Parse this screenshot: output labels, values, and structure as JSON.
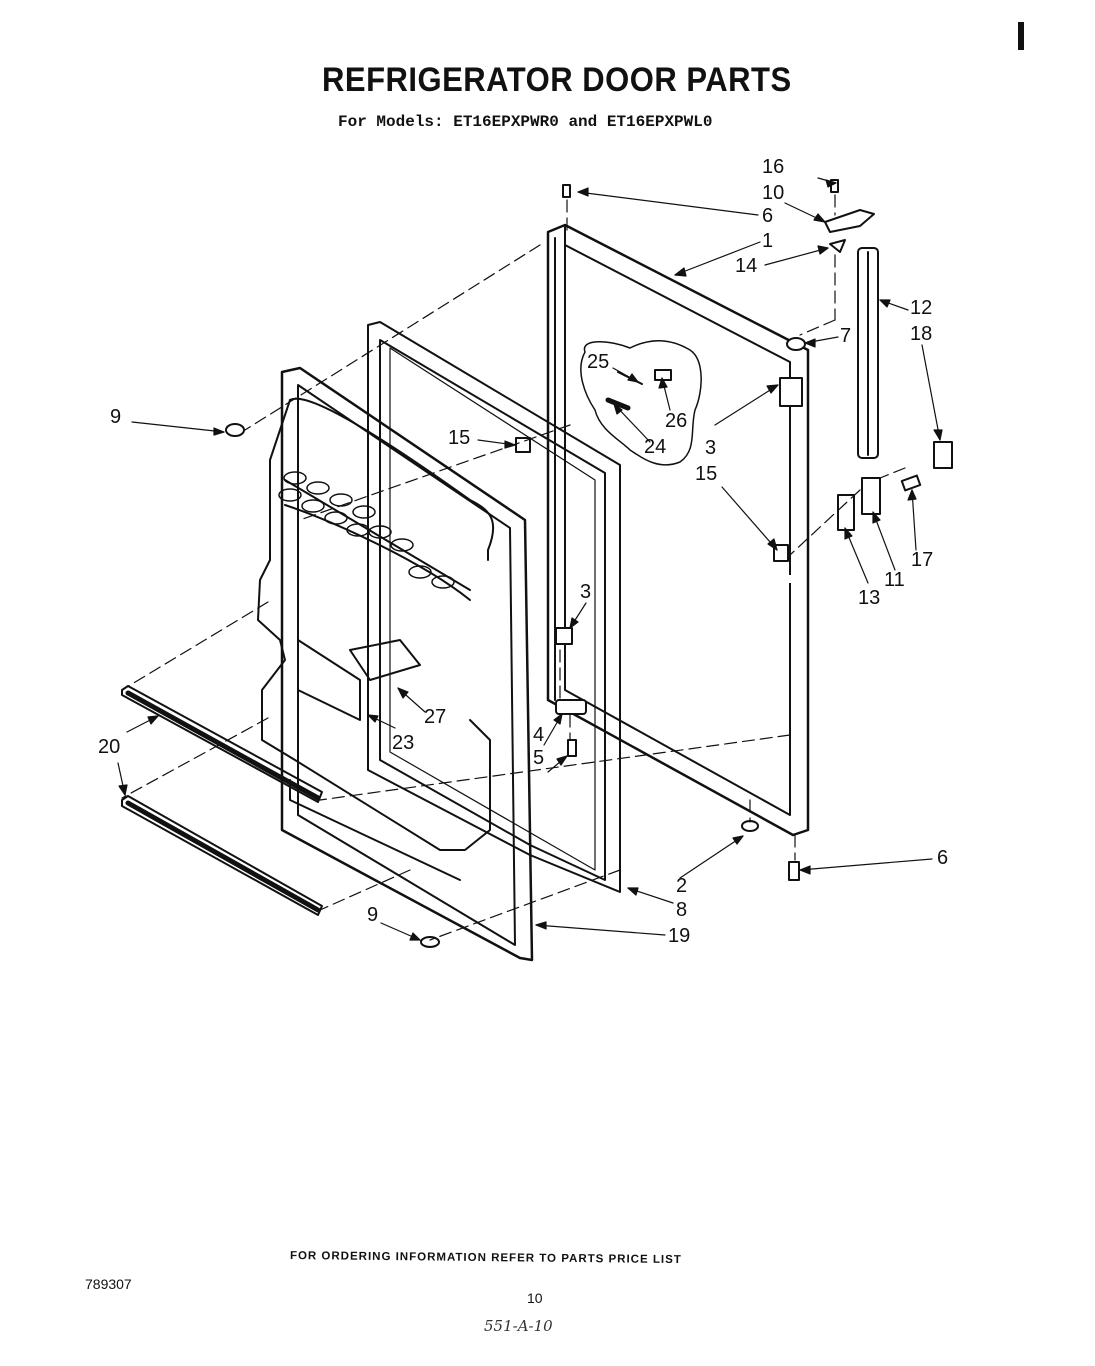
{
  "header": {
    "title": "REFRIGERATOR DOOR PARTS",
    "subtitle": "For Models: ET16EPXPWR0 and ET16EPXPWL0"
  },
  "part_labels": [
    {
      "id": "l16",
      "text": "16"
    },
    {
      "id": "l10",
      "text": "10"
    },
    {
      "id": "l6a",
      "text": "6"
    },
    {
      "id": "l1",
      "text": "1"
    },
    {
      "id": "l14",
      "text": "14"
    },
    {
      "id": "l12",
      "text": "12"
    },
    {
      "id": "l7",
      "text": "7"
    },
    {
      "id": "l18",
      "text": "18"
    },
    {
      "id": "l25",
      "text": "25"
    },
    {
      "id": "l26",
      "text": "26"
    },
    {
      "id": "l24",
      "text": "24"
    },
    {
      "id": "l3a",
      "text": "3"
    },
    {
      "id": "l15a",
      "text": "15"
    },
    {
      "id": "l15b",
      "text": "15"
    },
    {
      "id": "l9a",
      "text": "9"
    },
    {
      "id": "l17",
      "text": "17"
    },
    {
      "id": "l11",
      "text": "11"
    },
    {
      "id": "l13",
      "text": "13"
    },
    {
      "id": "l3b",
      "text": "3"
    },
    {
      "id": "l27",
      "text": "27"
    },
    {
      "id": "l23",
      "text": "23"
    },
    {
      "id": "l20",
      "text": "20"
    },
    {
      "id": "l4",
      "text": "4"
    },
    {
      "id": "l5",
      "text": "5"
    },
    {
      "id": "l6b",
      "text": "6"
    },
    {
      "id": "l2",
      "text": "2"
    },
    {
      "id": "l8",
      "text": "8"
    },
    {
      "id": "l19",
      "text": "19"
    },
    {
      "id": "l9b",
      "text": "9"
    }
  ],
  "footer": {
    "ordering_note": "FOR ORDERING INFORMATION REFER TO PARTS PRICE LIST",
    "doc_number": "789307",
    "page_number": "10",
    "handwritten_note": "551-A-10"
  }
}
